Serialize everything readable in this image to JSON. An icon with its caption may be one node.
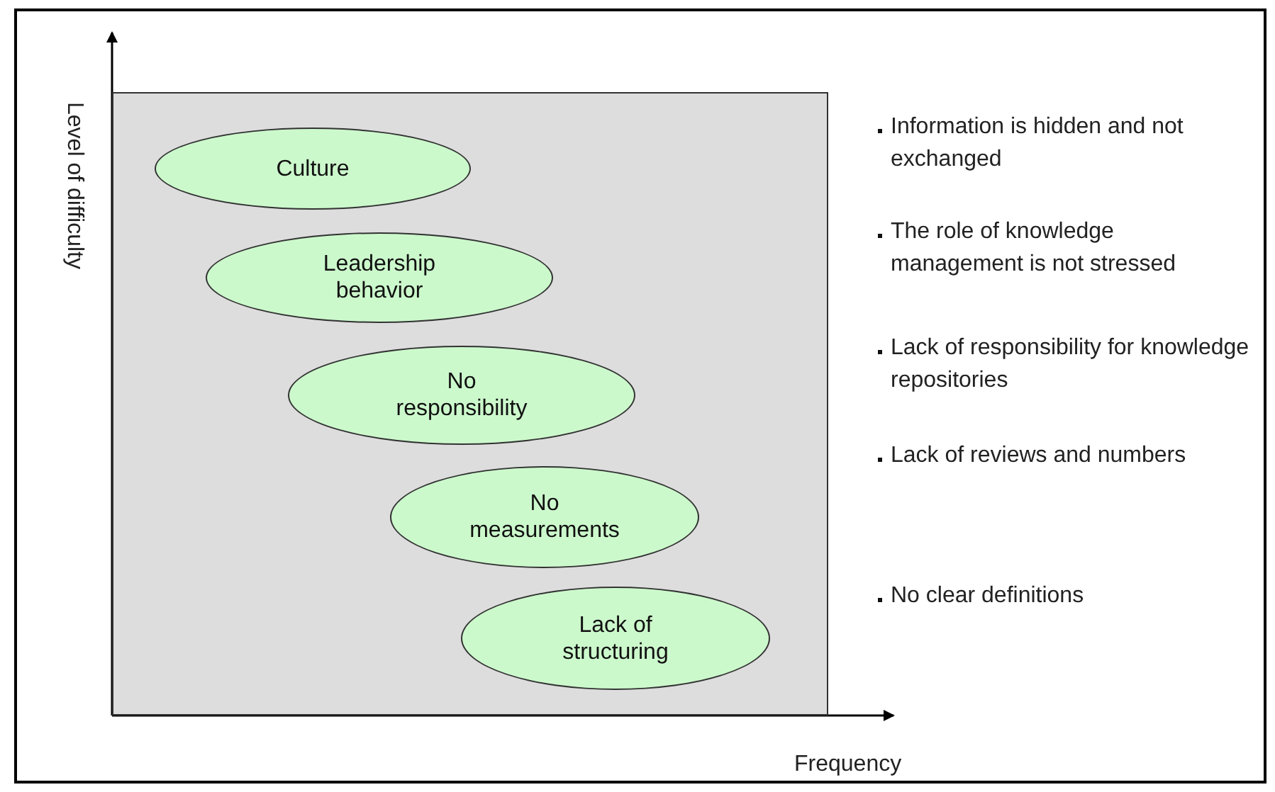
{
  "diagram": {
    "nodes": [
      {
        "text": [],
        "shape": "box"
      },
      {
        "text": [
          "Culture"
        ],
        "in": 0
      },
      {
        "text": [
          "Leadership behavior"
        ],
        "in": 0
      },
      {
        "text": [
          "No responsibility"
        ],
        "in": 0
      },
      {
        "text": [
          "No measurements"
        ],
        "in": 0
      },
      {
        "text": [
          "Lack of structuring"
        ],
        "in": 0
      }
    ],
    "labels": [
      "Level of difficulty",
      "Information is hidden and not exchanged",
      "The role of knowledge management is not stressed",
      "Lack of responsibility for knowledge repositories",
      "Lack of reviews and numbers",
      "No clear definitions",
      "Frequency"
    ]
  }
}
